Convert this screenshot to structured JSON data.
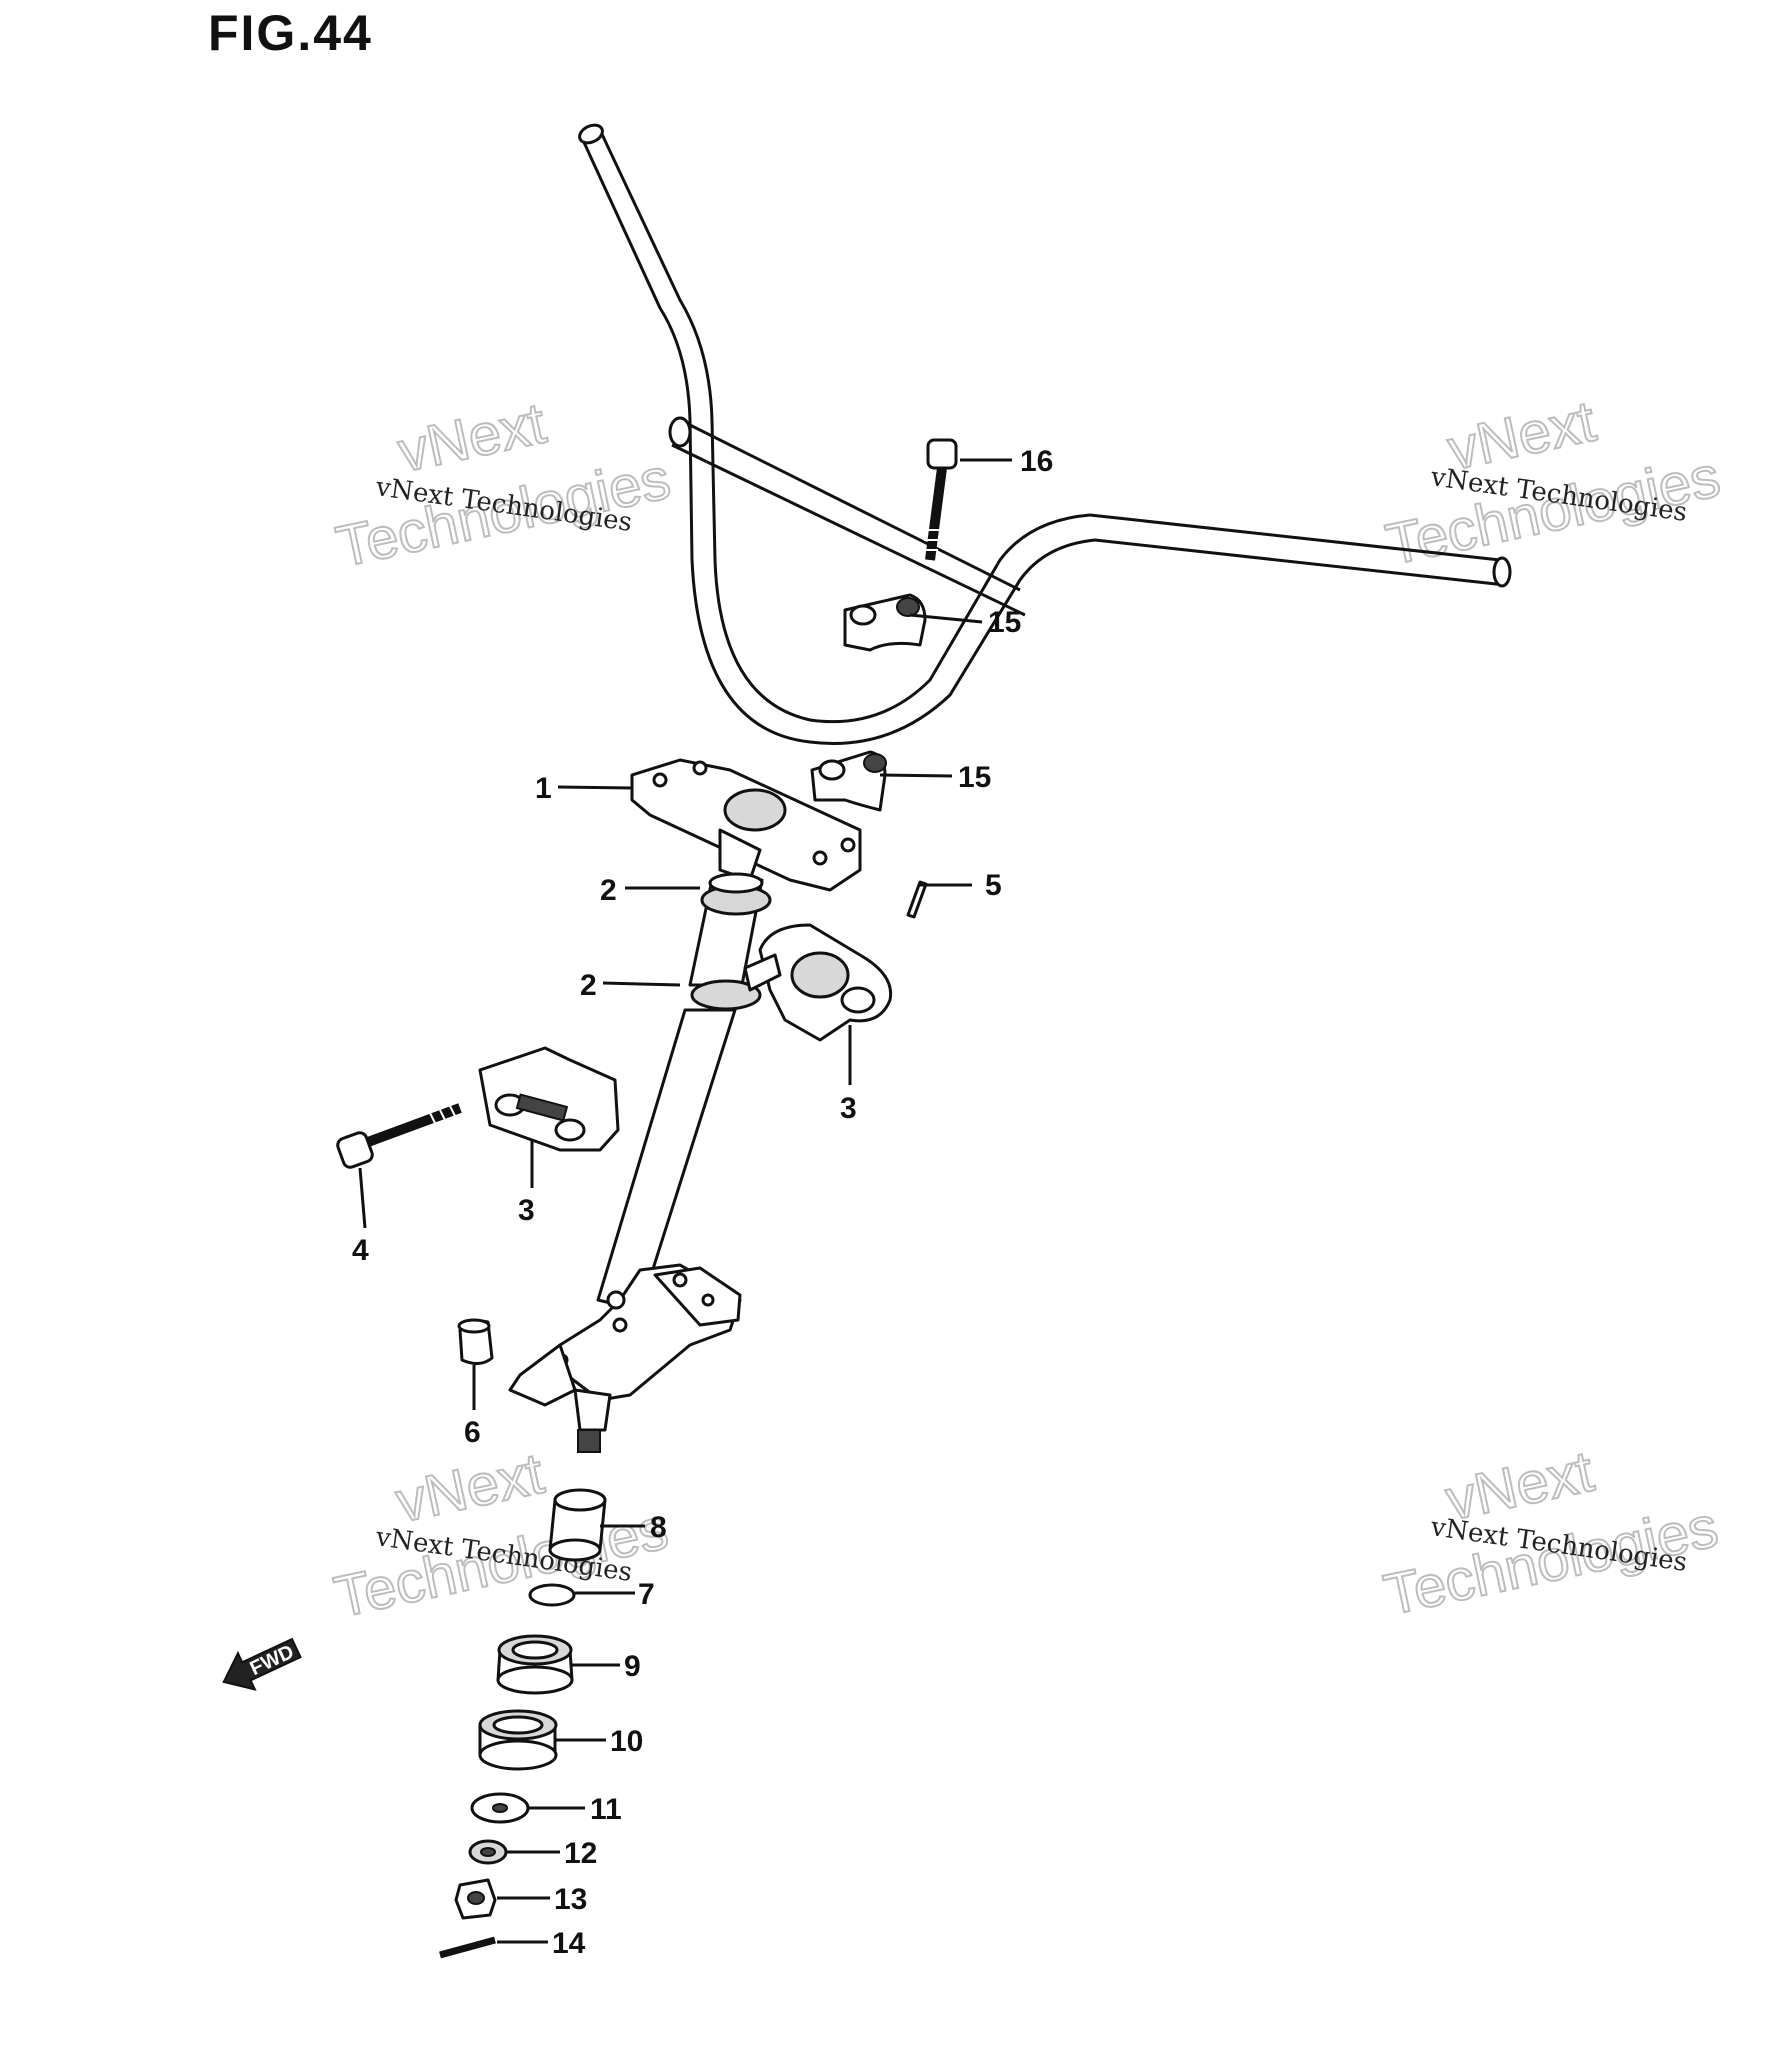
{
  "figure": {
    "title": "FIG.44"
  },
  "callouts": [
    "1",
    "2",
    "2",
    "3",
    "3",
    "4",
    "5",
    "6",
    "7",
    "8",
    "9",
    "10",
    "11",
    "12",
    "13",
    "14",
    "15",
    "15",
    "16"
  ],
  "watermark": {
    "line1": "vNext",
    "line2": "Technologies",
    "small": "vNext Technologies"
  },
  "direction_arrow": {
    "label": "FWD"
  }
}
